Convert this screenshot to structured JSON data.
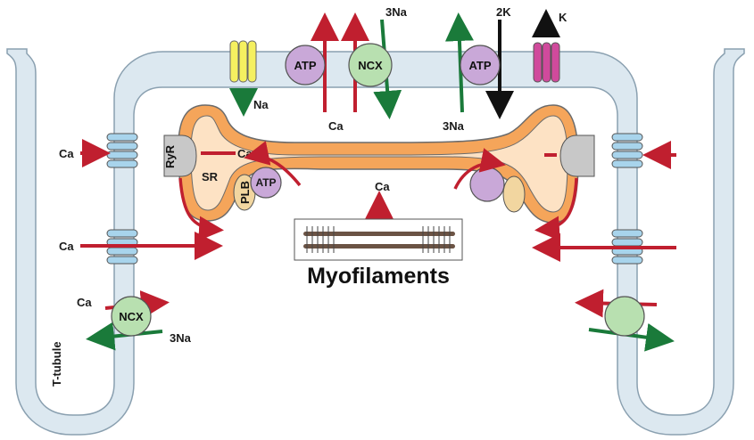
{
  "labels": {
    "top_3na": "3Na",
    "top_2k": "2K",
    "top_k": "K",
    "top_na": "Na",
    "atp_1": "ATP",
    "ncx_top": "NCX",
    "atp_2": "ATP",
    "ca_under_atp": "Ca",
    "na3_under": "3Na",
    "ryr": "RyR",
    "ca_ryr": "Ca",
    "sr": "SR",
    "plb": "PLB",
    "atp_serca": "ATP",
    "ca_center": "Ca",
    "ca_left_upper": "Ca",
    "ca_left_lower": "Ca",
    "ca_ncx_left": "Ca",
    "ncx_left": "NCX",
    "na3_left": "3Na",
    "ttubule": "T-tubule",
    "myofilaments": "Myofilaments"
  },
  "colors": {
    "membrane": "#dce8f0",
    "membrane_stroke": "#8aa0b0",
    "sr_fill": "#f5a55a",
    "sr_stroke": "#6b6b6b",
    "atp_purple": "#c9a8d8",
    "ncx_green": "#b8e0b0",
    "channel_blue": "#a8d4ec",
    "na_channel_yellow": "#f5f060",
    "k_channel_magenta": "#d04a9c",
    "ryr_gray": "#c8c8c8",
    "plb_tan": "#f2d6a0",
    "ca_red": "#c01f2f",
    "na_green": "#1a7a3a",
    "k_black": "#111111",
    "myofilament_brown": "#6b5344"
  }
}
